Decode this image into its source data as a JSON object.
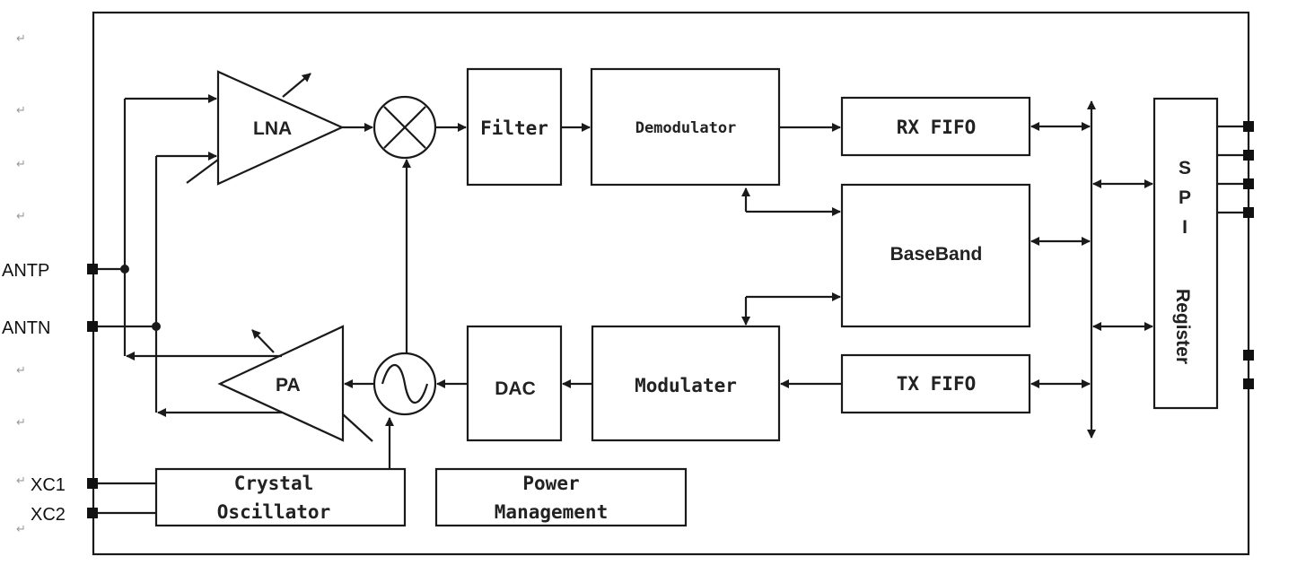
{
  "blocks": {
    "lna": "LNA",
    "pa": "PA",
    "filter": "Filter",
    "demodulator": "Demodulator",
    "rx_fifo": "RX FIFO",
    "baseband": "BaseBand",
    "tx_fifo": "TX FIFO",
    "modulater": "Modulater",
    "dac": "DAC",
    "crystal_line1": "Crystal",
    "crystal_line2": "Oscillator",
    "power_line1": "Power",
    "power_line2": "Management",
    "spi_s": "S",
    "spi_p": "P",
    "spi_i": "I",
    "spi_register": "Register"
  },
  "pins": {
    "antp": "ANTP",
    "antn": "ANTN",
    "xc1": "XC1",
    "xc2": "XC2"
  },
  "return_mark": "↵"
}
